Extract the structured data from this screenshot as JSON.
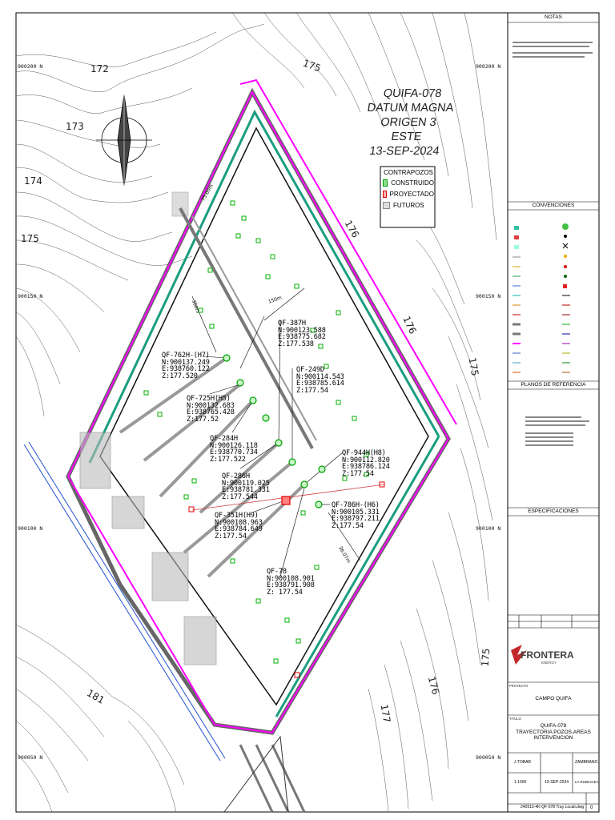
{
  "header": {
    "title_lines": [
      "QUIFA-078",
      "DATUM MAGNA",
      "ORIGEN 3 ESTE",
      "13-SEP-2024"
    ]
  },
  "legend": {
    "title": "CONTRAPOZOS",
    "items": [
      {
        "label": "CONSTRUIDO",
        "color": "#00c000"
      },
      {
        "label": "PROYECTADO",
        "color": "#e00000"
      },
      {
        "label": "FUTUROS",
        "color": "#888888"
      }
    ]
  },
  "elevations": [
    "172",
    "173",
    "174",
    "175",
    "175",
    "176",
    "176",
    "175",
    "175",
    "176",
    "177",
    "181"
  ],
  "grid": {
    "northings": [
      "900200 N",
      "900150 N",
      "900100 N",
      "900050 N",
      "900200 N",
      "900150 N",
      "900100 N",
      "900050 N"
    ]
  },
  "wells": [
    {
      "name": "QF-387H",
      "n": "N:900123.588",
      "e": "E:938775.682",
      "z": "Z:177.538"
    },
    {
      "name": "QF-249D",
      "n": "N:900114.543",
      "e": "E:938785.614",
      "z": "Z:177.54"
    },
    {
      "name": "QF-762H-(H7)",
      "n": "N:900137.249",
      "e": "E:938760.122",
      "z": "Z:177.520"
    },
    {
      "name": "QF-725H(H5)",
      "n": "N:900132.683",
      "e": "E:938765.428",
      "z": "Z:177.52"
    },
    {
      "name": "QF-284H",
      "n": "N:900126.118",
      "e": "E:938770.734",
      "z": "Z:177.522"
    },
    {
      "name": "QF-286H",
      "n": "N:900119.025",
      "e": "E:938781.331",
      "z": "Z:177.544"
    },
    {
      "name": "QF-944H(H8)",
      "n": "N:900112.820",
      "e": "E:938786.124",
      "z": "Z:177.54"
    },
    {
      "name": "QF-786H-(H6)",
      "n": "N:900105.331",
      "e": "E:938797.211",
      "z": "Z:177.54"
    },
    {
      "name": "QF-351H(H9)",
      "n": "N:900108.963",
      "e": "E:938784.649",
      "z": "Z:177.54"
    },
    {
      "name": "QF-78",
      "n": "N:900108.901",
      "e": "E:938791.908",
      "z": "Z: 177.54"
    }
  ],
  "annotations": [
    "300m",
    "150m",
    "36.07m",
    "75.00m"
  ],
  "right_panel": {
    "notas_title": "NOTAS",
    "convenciones_title": "CONVENCIONES",
    "planos_title": "PLANOS DE REFERENCIA",
    "especificaciones_title": "ESPECIFICACIONES",
    "company": "FRONTERA",
    "company_sub": "ENERGY",
    "field_label": "PROYECTO",
    "field": "CAMPO QUIFA",
    "title_label": "TITULO",
    "drawing_title": [
      "QUIFA-078",
      "TRAYECTORIA POZOS,AREAS",
      "INTERVENCION"
    ],
    "elaboro_value": "J.TOBAR",
    "aprobo_value": "ZAMBRANO",
    "escala_value": "1:1000",
    "fecha_value": "13-SEP-2024",
    "plancha_value": "LA RUBIACEA",
    "footer_code": "240913-4K-QF-078 Tray Locali.dwg",
    "sheet_no": "0"
  }
}
